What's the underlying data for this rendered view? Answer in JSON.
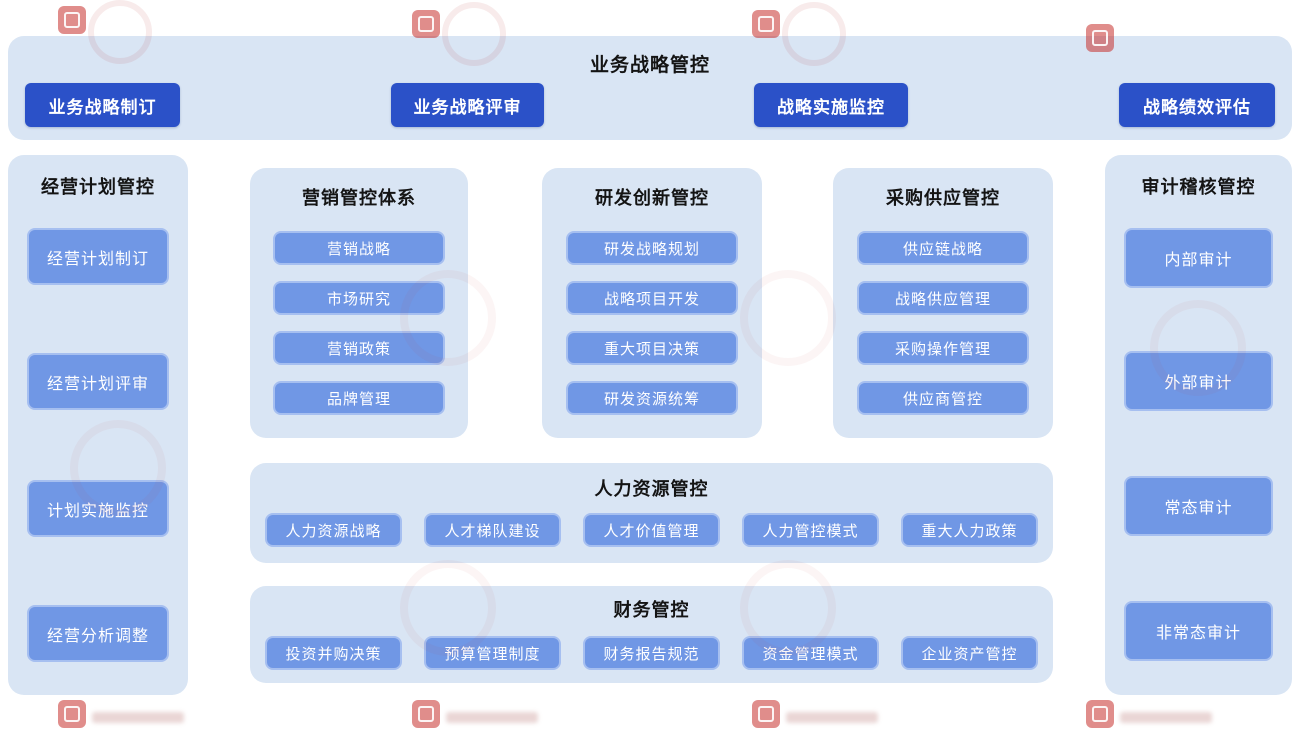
{
  "top_banner": {
    "title": "业务战略管控",
    "buttons": [
      "业务战略制订",
      "业务战略评审",
      "战略实施监控",
      "战略绩效评估"
    ]
  },
  "left_panel": {
    "title": "经营计划管控",
    "items": [
      "经营计划制订",
      "经营计划评审",
      "计划实施监控",
      "经营分析调整"
    ]
  },
  "marketing_panel": {
    "title": "营销管控体系",
    "items": [
      "营销战略",
      "市场研究",
      "营销政策",
      "品牌管理"
    ]
  },
  "rd_panel": {
    "title": "研发创新管控",
    "items": [
      "研发战略规划",
      "战略项目开发",
      "重大项目决策",
      "研发资源统筹"
    ]
  },
  "procurement_panel": {
    "title": "采购供应管控",
    "items": [
      "供应链战略",
      "战略供应管理",
      "采购操作管理",
      "供应商管控"
    ]
  },
  "hr_panel": {
    "title": "人力资源管控",
    "items": [
      "人力资源战略",
      "人才梯队建设",
      "人才价值管理",
      "人力管控模式",
      "重大人力政策"
    ]
  },
  "finance_panel": {
    "title": "财务管控",
    "items": [
      "投资并购决策",
      "预算管理制度",
      "财务报告规范",
      "资金管理模式",
      "企业资产管控"
    ]
  },
  "audit_panel": {
    "title": "审计稽核管控",
    "items": [
      "内部审计",
      "外部审计",
      "常态审计",
      "非常态审计"
    ]
  },
  "colors": {
    "panel_bg": "#d9e5f4",
    "dark_button": "#2b51c8",
    "item_button": "#7097e5",
    "item_border": "#a6bff0",
    "title_text": "#141414",
    "button_text": "#ffffff",
    "watermark_red": "#c6302c"
  }
}
